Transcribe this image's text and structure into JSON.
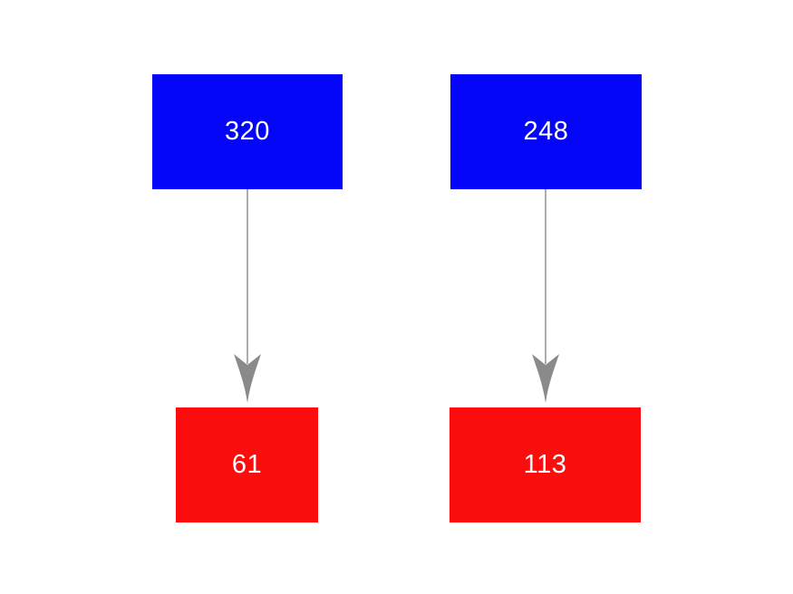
{
  "canvas": {
    "background": "#ffffff"
  },
  "colors": {
    "source_node_fill": "#0505fa",
    "target_node_fill": "#fb0d0d",
    "node_text": "#ffffff",
    "arrow": "#8a8a8a"
  },
  "diagram": {
    "type": "flow",
    "orientation": "top-down",
    "nodes": [
      {
        "id": "source-1",
        "label": "320",
        "value": 320,
        "role": "source",
        "color": "#0505fa",
        "text_color": "#ffffff"
      },
      {
        "id": "source-2",
        "label": "248",
        "value": 248,
        "role": "source",
        "color": "#0505fa",
        "text_color": "#ffffff"
      },
      {
        "id": "target-1",
        "label": "61",
        "value": 61,
        "role": "target",
        "color": "#fb0d0d",
        "text_color": "#ffffff"
      },
      {
        "id": "target-2",
        "label": "113",
        "value": 113,
        "role": "target",
        "color": "#fb0d0d",
        "text_color": "#ffffff"
      }
    ],
    "edges": [
      {
        "from": "source-1",
        "to": "target-1",
        "direction": "down"
      },
      {
        "from": "source-2",
        "to": "target-2",
        "direction": "down"
      }
    ],
    "edge_color": "#8a8a8a"
  }
}
